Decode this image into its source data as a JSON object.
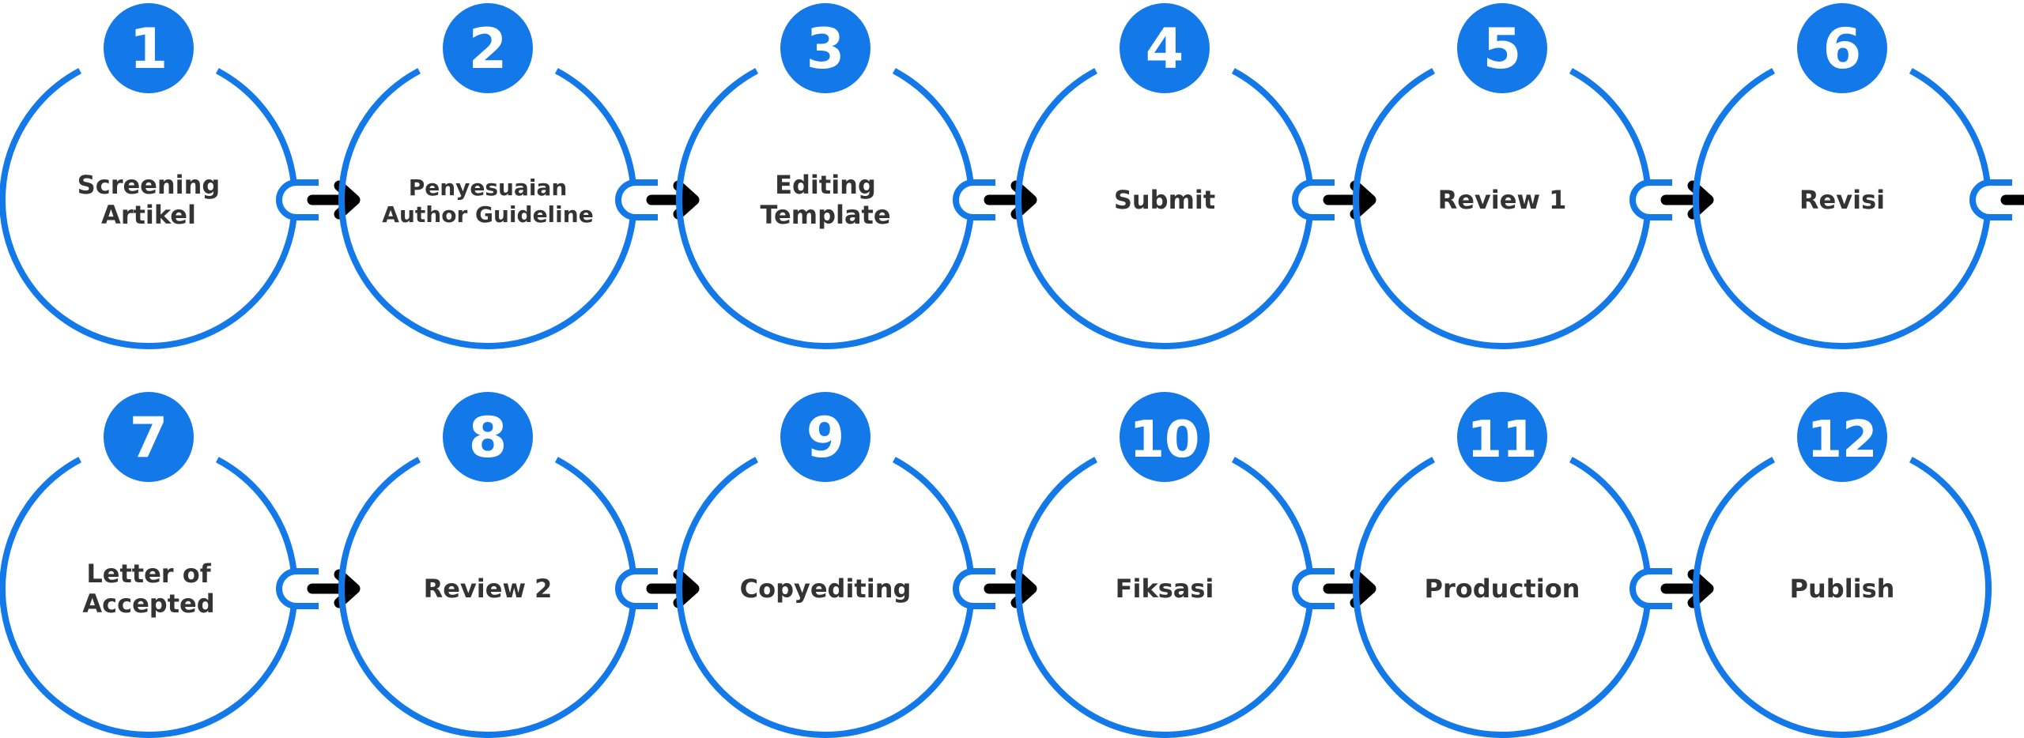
{
  "colors": {
    "accent": "#1479e8",
    "arrow": "#000000",
    "label": "#333333",
    "number": "#ffffff",
    "background": "#ffffff"
  },
  "steps": [
    {
      "number": "1",
      "label_lines": [
        "Screening",
        "Artikel"
      ]
    },
    {
      "number": "2",
      "label_lines": [
        "Penyesuaian",
        "Author Guideline"
      ]
    },
    {
      "number": "3",
      "label_lines": [
        "Editing",
        "Template"
      ]
    },
    {
      "number": "4",
      "label_lines": [
        "Submit"
      ]
    },
    {
      "number": "5",
      "label_lines": [
        "Review 1"
      ]
    },
    {
      "number": "6",
      "label_lines": [
        "Revisi"
      ]
    },
    {
      "number": "7",
      "label_lines": [
        "Letter of",
        "Accepted"
      ]
    },
    {
      "number": "8",
      "label_lines": [
        "Review 2"
      ]
    },
    {
      "number": "9",
      "label_lines": [
        "Copyediting"
      ]
    },
    {
      "number": "10",
      "label_lines": [
        "Fiksasi"
      ]
    },
    {
      "number": "11",
      "label_lines": [
        "Production"
      ]
    },
    {
      "number": "12",
      "label_lines": [
        "Publish"
      ]
    }
  ]
}
